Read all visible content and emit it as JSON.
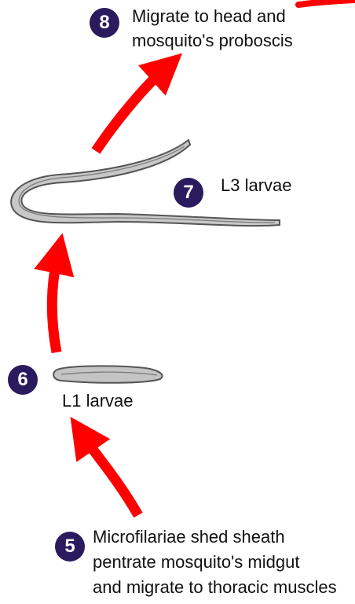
{
  "colors": {
    "arrow": "#ff0000",
    "badge": "#2a1a5e",
    "badge_text": "#ffffff",
    "larva_fill": "#bdbdbd",
    "larva_stroke": "#555555"
  },
  "steps": [
    {
      "number": "8",
      "lines": [
        "Migrate to head and",
        "mosquito's proboscis"
      ]
    },
    {
      "number": "7",
      "lines": [
        "L3 larvae"
      ]
    },
    {
      "number": "6",
      "lines": [
        "L1 larvae"
      ]
    },
    {
      "number": "5",
      "lines": [
        "Microfilariae shed sheath",
        "pentrate mosquito's midgut",
        "and migrate to thoracic muscles"
      ]
    }
  ],
  "icons": [
    "red-arrow-icon",
    "l3-larva-icon",
    "l1-larva-icon"
  ]
}
